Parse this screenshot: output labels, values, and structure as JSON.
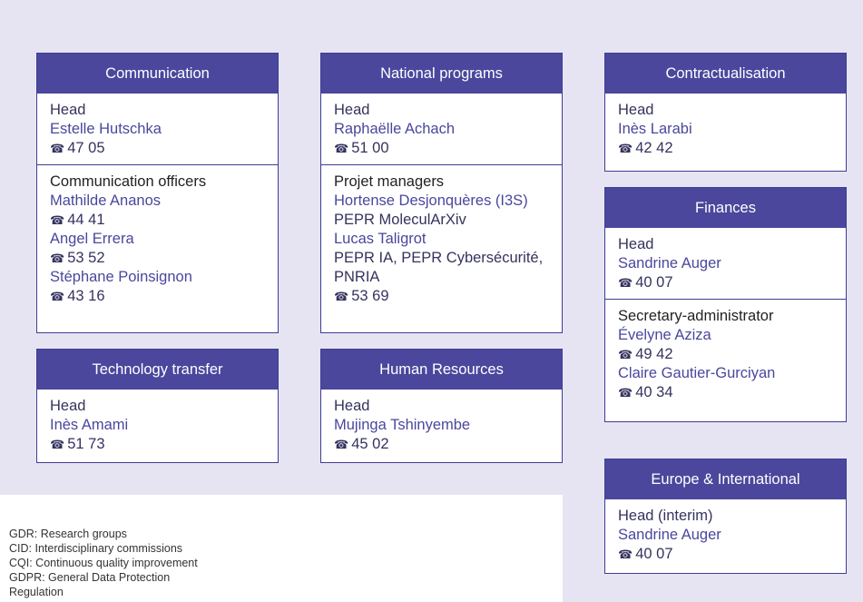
{
  "boxes": {
    "communication": {
      "title": "Communication",
      "head_label": "Head",
      "head_name": "Estelle Hutschka",
      "head_phone": "47 05",
      "officers_label": "Communication officers",
      "officers": [
        {
          "name": "Mathilde Ananos",
          "phone": "44 41"
        },
        {
          "name": "Angel Errera",
          "phone": "53 52"
        },
        {
          "name": "Stéphane Poinsignon",
          "phone": "43 16"
        }
      ]
    },
    "national_programs": {
      "title": "National programs",
      "head_label": "Head",
      "head_name": "Raphaëlle Achach",
      "head_phone": "51 00",
      "managers_label": "Projet managers",
      "manager1_name": "Hortense Desjonquères (I3S)",
      "manager1_note": "PEPR MoleculArXiv",
      "manager2_name": "Lucas Taligrot",
      "manager2_note": "PEPR IA, PEPR Cybersécurité, PNRIA",
      "manager2_phone": "53 69"
    },
    "contractualisation": {
      "title": "Contractualisation",
      "head_label": "Head",
      "head_name": "Inès Larabi",
      "head_phone": "42 42"
    },
    "finances": {
      "title": "Finances",
      "head_label": "Head",
      "head_name": "Sandrine Auger",
      "head_phone": "40 07",
      "secretary_label": "Secretary-administrator",
      "secretaries": [
        {
          "name": "Évelyne Aziza",
          "phone": "49 42"
        },
        {
          "name": "Claire Gautier-Gurciyan",
          "phone": "40 34"
        }
      ]
    },
    "technology_transfer": {
      "title": "Technology transfer",
      "head_label": "Head",
      "head_name": "Inès Amami",
      "head_phone": "51 73"
    },
    "human_resources": {
      "title": "Human Resources",
      "head_label": "Head",
      "head_name": "Mujinga Tshinyembe",
      "head_phone": "45 02"
    },
    "europe_international": {
      "title": "Europe & International",
      "head_label": "Head (interim)",
      "head_name": "Sandrine Auger",
      "head_phone": "40 07"
    }
  },
  "legend": [
    "GDR: Research groups",
    "CID: Interdisciplinary commissions",
    "CQI: Continuous quality improvement",
    "GDPR: General Data Protection",
    "Regulation"
  ],
  "icons": {
    "phone": "phone-icon"
  },
  "colors": {
    "background": "#e6e4f3",
    "header": "#4a479d",
    "name_text": "#4a479d",
    "border": "#3f3d93"
  }
}
